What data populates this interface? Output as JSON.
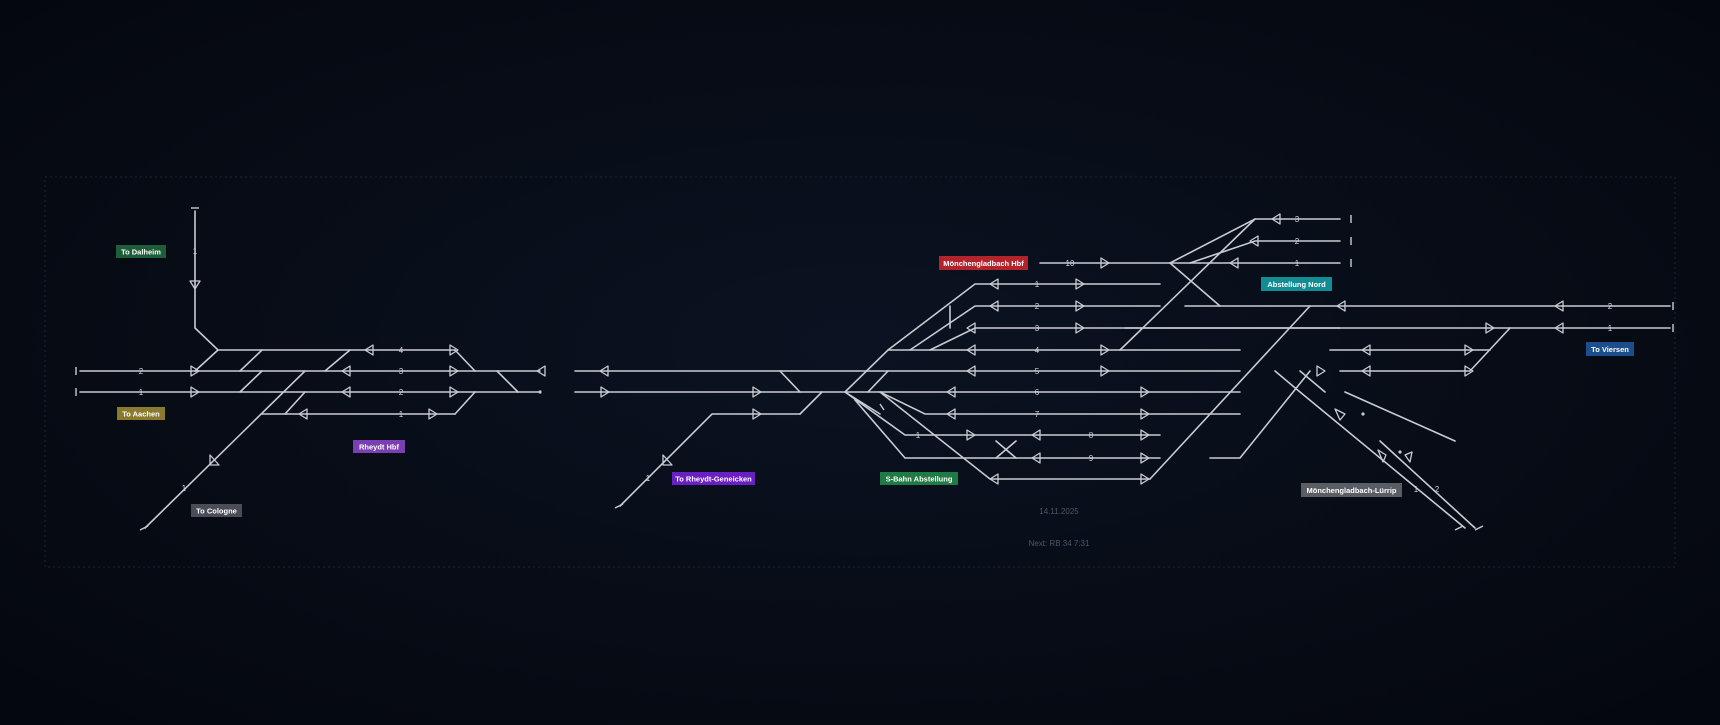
{
  "labels": {
    "dalheim": {
      "text": "To Dalheim",
      "color": "#1f5d38"
    },
    "aachen": {
      "text": "To Aachen",
      "color": "#8a7a2e"
    },
    "rheydt_hbf": {
      "text": "Rheydt Hbf",
      "color": "#7a3fb0"
    },
    "cologne": {
      "text": "To Cologne",
      "color": "#4a4d55"
    },
    "rheydt_geneicken": {
      "text": "To Rheydt-Geneicken",
      "color": "#6a1fc4"
    },
    "sbahn": {
      "text": "S-Bahn Abstellung",
      "color": "#1f7a45"
    },
    "mg_hbf": {
      "text": "Mönchengladbach Hbf",
      "color": "#b3232c"
    },
    "abst_nord": {
      "text": "Abstellung Nord",
      "color": "#138c94"
    },
    "viersen": {
      "text": "To Viersen",
      "color": "#1c4d8c"
    },
    "lurrip": {
      "text": "Mönchengladbach-Lürrip",
      "color": "#5a5d63"
    }
  },
  "track_numbers": {
    "dalheim_1": "1",
    "aachen_2": "2",
    "aachen_1": "1",
    "rheydt_4": "4",
    "rheydt_3": "3",
    "rheydt_2": "2",
    "rheydt_1": "1",
    "cologne_1": "1",
    "geneicken_1": "1",
    "hbf_10": "10",
    "hbf_1": "1",
    "hbf_2": "2",
    "hbf_3": "3",
    "hbf_4": "4",
    "hbf_5": "5",
    "hbf_6": "6",
    "hbf_7": "7",
    "sb_1": "1",
    "sb_8": "8",
    "sb_9": "9",
    "nord_3": "3",
    "nord_2": "2",
    "nord_1": "1",
    "viersen_2": "2",
    "viersen_1": "1",
    "lurrip_1": "1",
    "lurrip_2": "2"
  },
  "footer": {
    "date": "14.11.2025",
    "next": "Next: RB 34 7:31"
  },
  "colors": {
    "background": "#070c16",
    "track": "#c9ccd2",
    "frame": "#1d2533"
  }
}
